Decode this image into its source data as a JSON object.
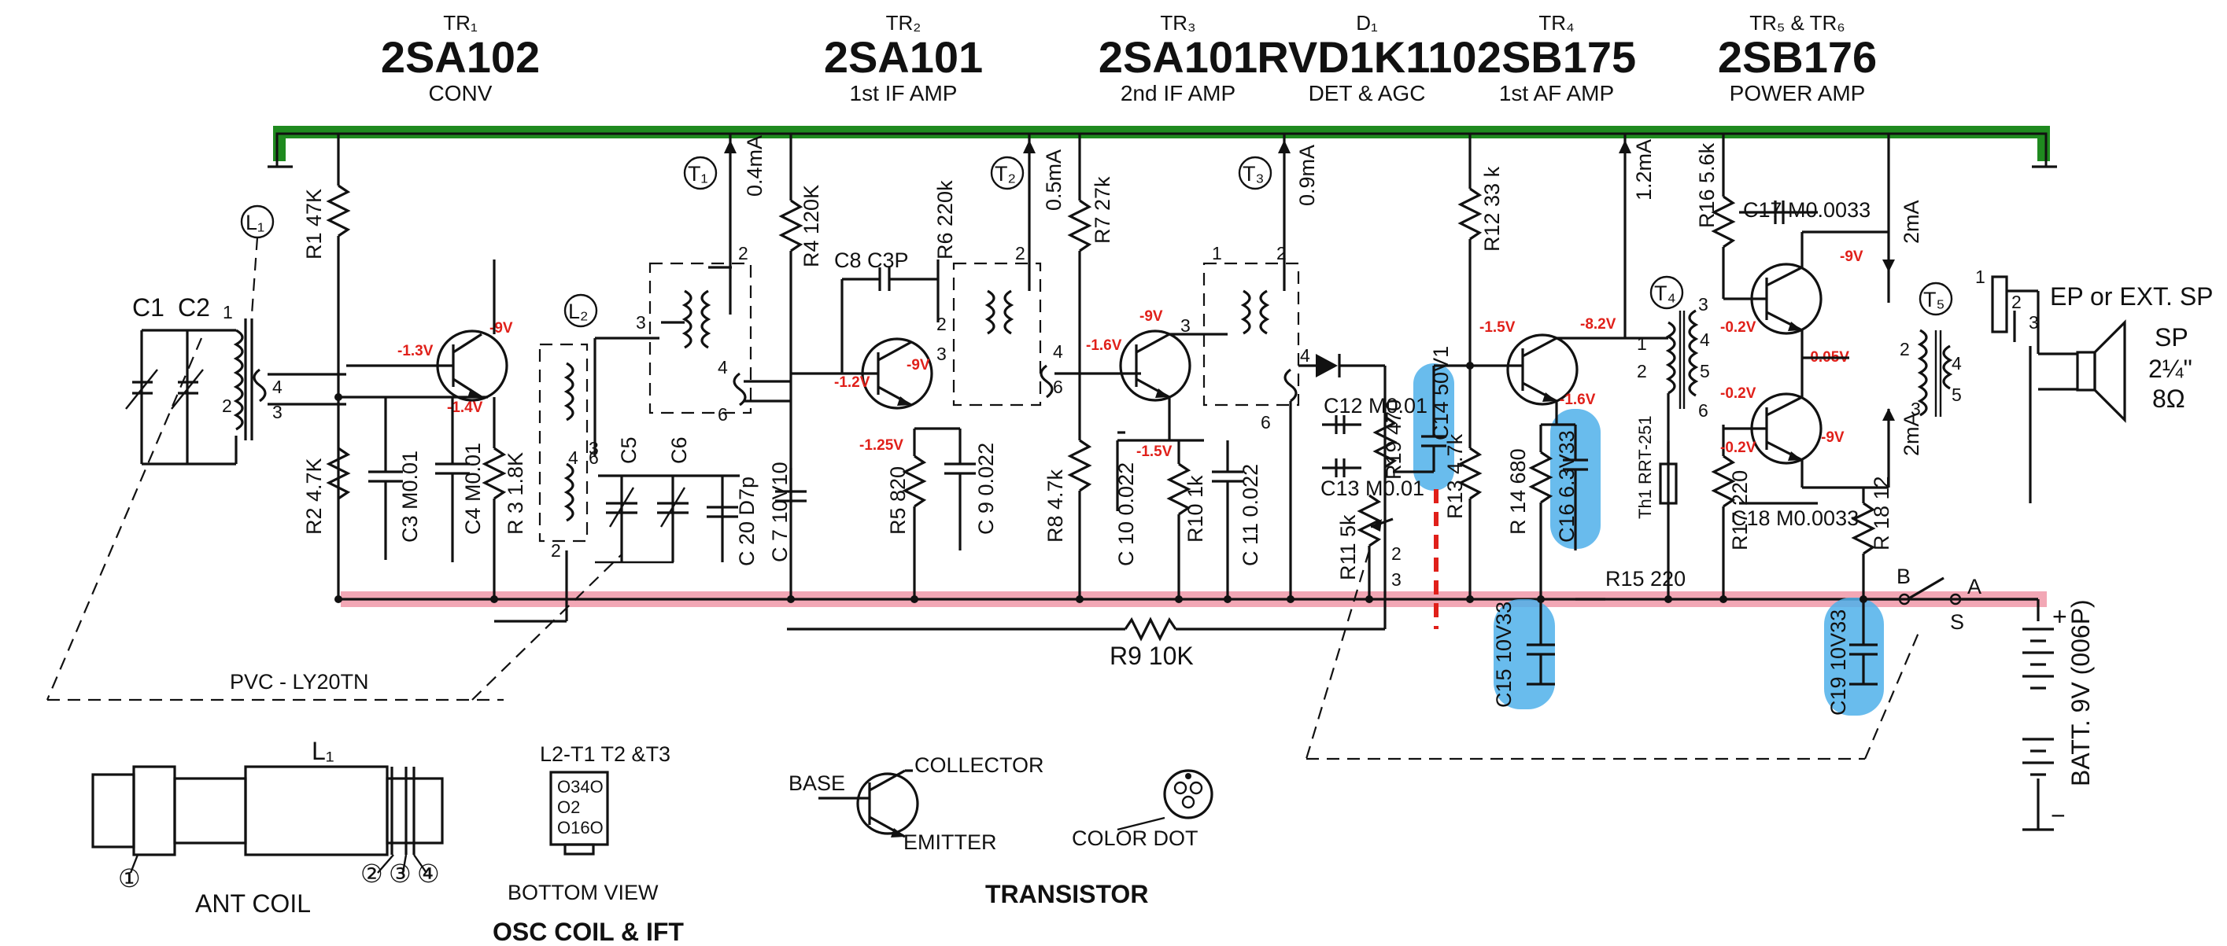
{
  "colors": {
    "positive_rail": "#1f8a1f",
    "ground_rail": "#f2a7b5",
    "highlight": "#4fb0ea",
    "voltage_text": "#e0201a",
    "cut_mark": "#e0201a"
  },
  "stages": [
    {
      "ref": "TR₁",
      "part": "2SA102",
      "function": "CONV"
    },
    {
      "ref": "TR₂",
      "part": "2SA101",
      "function": "1st IF AMP"
    },
    {
      "ref": "TR₃",
      "part": "2SA101",
      "function": "2nd IF AMP"
    },
    {
      "ref": "D₁",
      "part": "RVD1K110",
      "function": "DET & AGC"
    },
    {
      "ref": "TR₄",
      "part": "2SB175",
      "function": "1st AF AMP"
    },
    {
      "ref": "TR₅ & TR₆",
      "part": "2SB176",
      "function": "POWER AMP"
    }
  ],
  "components": {
    "r1": "R1 47K",
    "r2": "R2 4.7K",
    "r3": "R 3 1.8K",
    "r4": "R4 120K",
    "r5": "R5 820",
    "r6": "R6 220k",
    "r7": "R7 27k",
    "r8": "R8 4.7k",
    "r9": "R9 10K",
    "r10": "R10 1k",
    "r11": "R11 5k",
    "r12": "R12 33 k",
    "r13": "R13 4.7k",
    "r14": "R 14 680",
    "r15": "R15 220",
    "r16": "R16 5.6k",
    "r17": "R17 220",
    "r18": "R 18 12",
    "r19": "R19 470",
    "c1": "C1",
    "c2": "C2",
    "c3": "C3 M0.01",
    "c4": "C4 M0.01",
    "c5": "C5",
    "c6": "C6",
    "c7": "C 7 10V10",
    "c8": "C8 C3P",
    "c9": "C 9 0.022",
    "c10": "C 10 0.022",
    "c11": "C 11 0.022",
    "c12": "C12 M0.01",
    "c13": "C13 M0.01",
    "c14": "C14 50V1",
    "c15": "C15 10V33",
    "c16": "C16 6.3V33",
    "c17": "C17 M0.0033",
    "c18": "C18 M0.0033",
    "c19": "C19 10V33",
    "c20": "C 20 D7p",
    "th1": "Th1 RRT-251",
    "l1": "L₁",
    "l2": "L₂",
    "t1": "T₁",
    "t2": "T₂",
    "t3": "T₃",
    "t4": "T₄",
    "t5": "T₅",
    "pvc": "PVC - LY20TN"
  },
  "currents": {
    "tr1": "0.4mA",
    "tr2": "0.5mA",
    "tr3": "0.9mA",
    "tr4": "1.2mA",
    "tr5": "2mA",
    "tr6": "2mA"
  },
  "voltages": {
    "tr1_b": "-1.3V",
    "tr1_c": "-9V",
    "tr1_e": "-1.4V",
    "tr2_b": "-1.2V",
    "tr2_c": "-9V",
    "tr2_e": "-1.25V",
    "tr3_b": "-1.6V",
    "tr3_c": "-9V",
    "tr3_e": "-1.5V",
    "tr4_b": "-1.5V",
    "tr4_c": "-8.2V",
    "tr4_e": "-1.6V",
    "tr5_b": "-0.2V",
    "tr5_c": "-9V",
    "tr5_b2": "-0.2V",
    "tr6_b": "-0.2V",
    "tr6_e": "-0.05V",
    "tr6_c": "-9V"
  },
  "output": {
    "ep_label": "EP or EXT. SP",
    "sp_label": "SP",
    "sp_size": "2¼\"",
    "sp_imp": "8Ω",
    "switch_a": "A",
    "switch_b": "B",
    "switch_s": "S",
    "battery": "BATT. 9V (006P)"
  },
  "legend": {
    "ant_coil_title": "ANT COIL",
    "ant_coil_ref": "L₁",
    "ant_pins": [
      "①",
      "②",
      "③",
      "④"
    ],
    "osc_pins_title": "L2-T1  T2 &T3",
    "osc_pin_rows": [
      "O34O",
      "O2",
      "O16O"
    ],
    "bottom_view": "BOTTOM  VIEW",
    "osc_title": "OSC COIL & IFT",
    "base": "BASE",
    "collector": "COLLECTOR",
    "emitter": "EMITTER",
    "color_dot": "COLOR DOT",
    "transistor_title": "TRANSISTOR"
  }
}
